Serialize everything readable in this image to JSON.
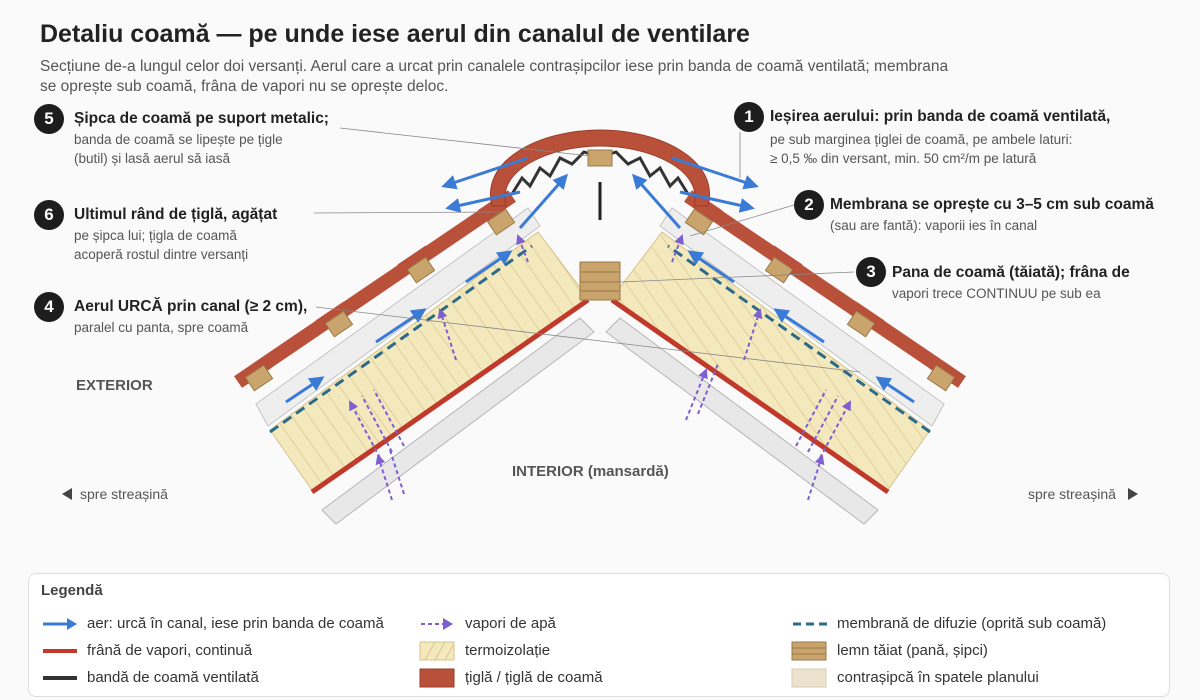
{
  "title": "Detaliu coamă — pe unde iese aerul din canalul de ventilare",
  "subtitle_lines": [
    "Secțiune de-a lungul celor doi versanți. Aerul care a urcat prin canalele contrașipcilor iese prin banda de coamă ventilată; membrana",
    "se oprește sub coamă, frâna de vapori nu se oprește deloc."
  ],
  "callouts": [
    {
      "num": "1",
      "title": "Ieșirea aerului: prin banda de coamă ventilată,",
      "lines": [
        "pe sub marginea țiglei de coamă, pe ambele laturi:",
        "≥ 0,5 ‰ din versant, min. 50 cm²/m pe latură"
      ]
    },
    {
      "num": "2",
      "title": "Membrana se oprește cu 3–5 cm sub coamă",
      "lines": [
        "(sau are fantă): vaporii ies în canal"
      ]
    },
    {
      "num": "3",
      "title": "Pana de coamă (tăiată); frâna de",
      "lines": [
        "vapori trece CONTINUU pe sub ea"
      ]
    },
    {
      "num": "4",
      "title": "Aerul URCĂ prin canal (≥ 2 cm),",
      "lines": [
        "paralel cu panta, spre coamă"
      ]
    },
    {
      "num": "5",
      "title": "Șipca de coamă pe suport metalic;",
      "lines": [
        "banda de coamă se lipește pe țigle",
        "(butil) și lasă aerul să iasă"
      ]
    },
    {
      "num": "6",
      "title": "Ultimul rând de țiglă, agățat",
      "lines": [
        "pe șipca lui; țigla de coamă",
        "acoperă rostul dintre versanți"
      ]
    }
  ],
  "labels": {
    "exterior": "EXTERIOR",
    "interior": "INTERIOR (mansardă)",
    "eave_left": "spre streașină",
    "eave_right": "spre streașină"
  },
  "legend": {
    "title": "Legendă",
    "items": [
      {
        "label": "aer: urcă în canal, iese prin banda de coamă",
        "swatch": "blue-arrow"
      },
      {
        "label": "vapori de apă",
        "swatch": "purple-dashed-arrow"
      },
      {
        "label": "membrană de difuzie (oprită sub coamă)",
        "swatch": "teal-dashed-line"
      },
      {
        "label": "frână de vapori, continuă",
        "swatch": "red-line"
      },
      {
        "label": "termoizolație",
        "swatch": "hatched-beige"
      },
      {
        "label": "lemn tăiat (pană, șipci)",
        "swatch": "wood-brown"
      },
      {
        "label": "bandă de coamă ventilată",
        "swatch": "dark-line"
      },
      {
        "label": "țiglă / țiglă de coamă",
        "swatch": "tile-red"
      },
      {
        "label": "contrașipcă în spatele planului",
        "swatch": "cream-block"
      }
    ]
  },
  "colors": {
    "air": "#3a7bd5",
    "vapor": "#7d5fd0",
    "membrane": "#2a6a8a",
    "vapor_barrier": "#c0392b",
    "tile": "#b9503a",
    "wood": "#c9a46c",
    "insulation": "#f2e6b8",
    "ridge_band": "#333333"
  }
}
